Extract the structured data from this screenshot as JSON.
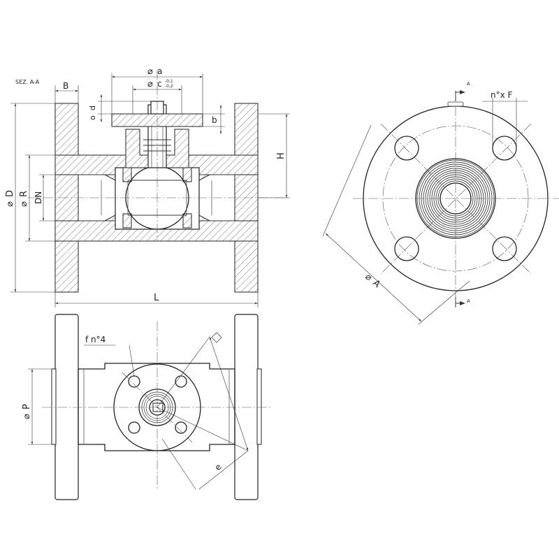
{
  "section_label": "SEZ. A-A",
  "section_cut": {
    "marker": "A"
  },
  "dimensions": {
    "B": "B",
    "a": "a",
    "c": "c",
    "c_tol_upper": "-0,1",
    "c_tol_lower": "-0,2",
    "d": "d",
    "o": "o",
    "b": "b",
    "H": "H",
    "D": "D",
    "R": "R",
    "DN": "DN",
    "L": "L",
    "P": "P",
    "e": "e",
    "A": "A",
    "nF": "n°x F",
    "fn4": "f n°4"
  },
  "symbols": {
    "diameter": "⌀"
  },
  "line_color": "#333333",
  "hatch_color": "#555555"
}
